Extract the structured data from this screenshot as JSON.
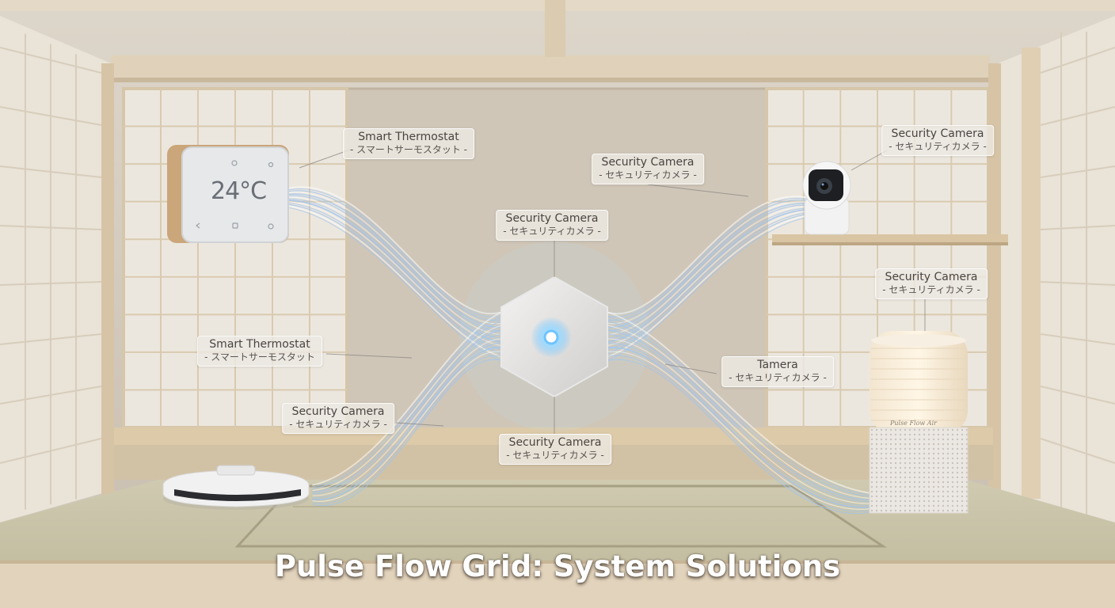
{
  "title": "Pulse Flow Grid: System Solutions",
  "thermostat_display": "24°C",
  "purifier_brand": "Pulse Flow Air",
  "labels": [
    {
      "en": "Smart Thermostat",
      "jp": "- スマートサーモスタット -"
    },
    {
      "en": "Security Camera",
      "jp": "- セキュリティカメラ -"
    },
    {
      "en": "Security Camera",
      "jp": "- セキュリティカメラ -"
    },
    {
      "en": "Security Camera",
      "jp": "- セキュリティカメラ -"
    },
    {
      "en": "Smart Thermostat",
      "jp": "- スマートサーモスタット"
    },
    {
      "en": "Security Camera",
      "jp": "- セキュリティカメラ -"
    },
    {
      "en": "Security Camera",
      "jp": "- セキュリティカメラ -"
    },
    {
      "en": "Tamera",
      "jp": "- セキュリティカメラ -"
    },
    {
      "en": "Security Camera",
      "jp": "- セキュリティカメラ -"
    }
  ],
  "colors": {
    "wall": "#d8d0c4",
    "wood": "#dcc9ad",
    "tatami": "#c9c4a8",
    "flow": "#9fc3ee",
    "hub_glow": "#6fc3ff"
  }
}
